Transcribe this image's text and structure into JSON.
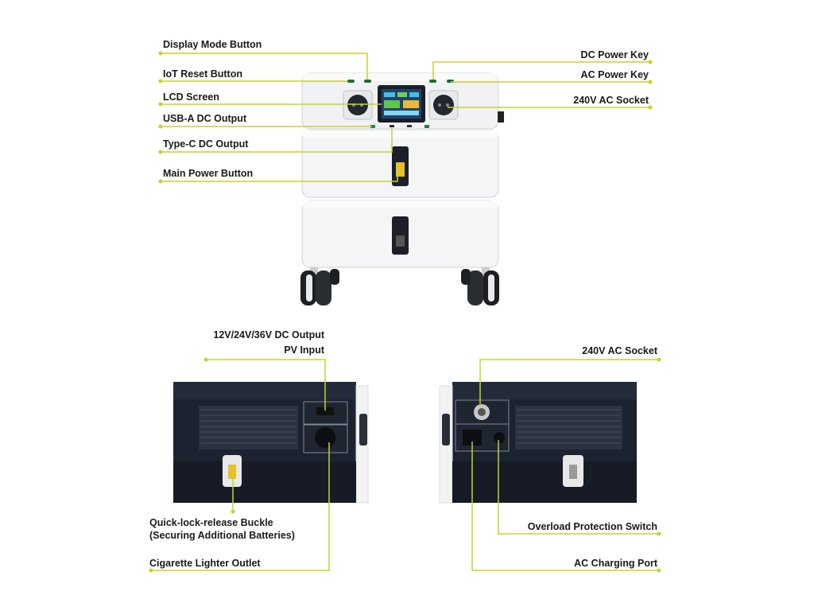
{
  "front_view": {
    "labels_left": [
      {
        "text": "Display Mode Button"
      },
      {
        "text": "IoT Reset Button"
      },
      {
        "text": "LCD Screen"
      },
      {
        "text": "USB-A DC Output"
      },
      {
        "text": "Type-C DC Output"
      },
      {
        "text": "Main Power Button"
      }
    ],
    "labels_right": [
      {
        "text": "DC Power Key"
      },
      {
        "text": "AC Power Key"
      },
      {
        "text": "240V AC Socket"
      }
    ]
  },
  "rear_left_view": {
    "labels": [
      {
        "text": "12V/24V/36V DC Output"
      },
      {
        "text": "PV Input"
      },
      {
        "text": "Quick-lock-release Buckle"
      },
      {
        "text": "(Securing Additional Batteries)"
      },
      {
        "text": "Cigarette Lighter Outlet"
      }
    ]
  },
  "rear_right_view": {
    "labels": [
      {
        "text": "240V AC Socket"
      },
      {
        "text": "Overload Protection Switch"
      },
      {
        "text": "AC Charging Port"
      }
    ]
  },
  "colors": {
    "leader_line": "#c8d22a",
    "device_body": "#f3f4f5",
    "rear_panel": "#1c2230",
    "label_text": "#1a1a1a"
  }
}
